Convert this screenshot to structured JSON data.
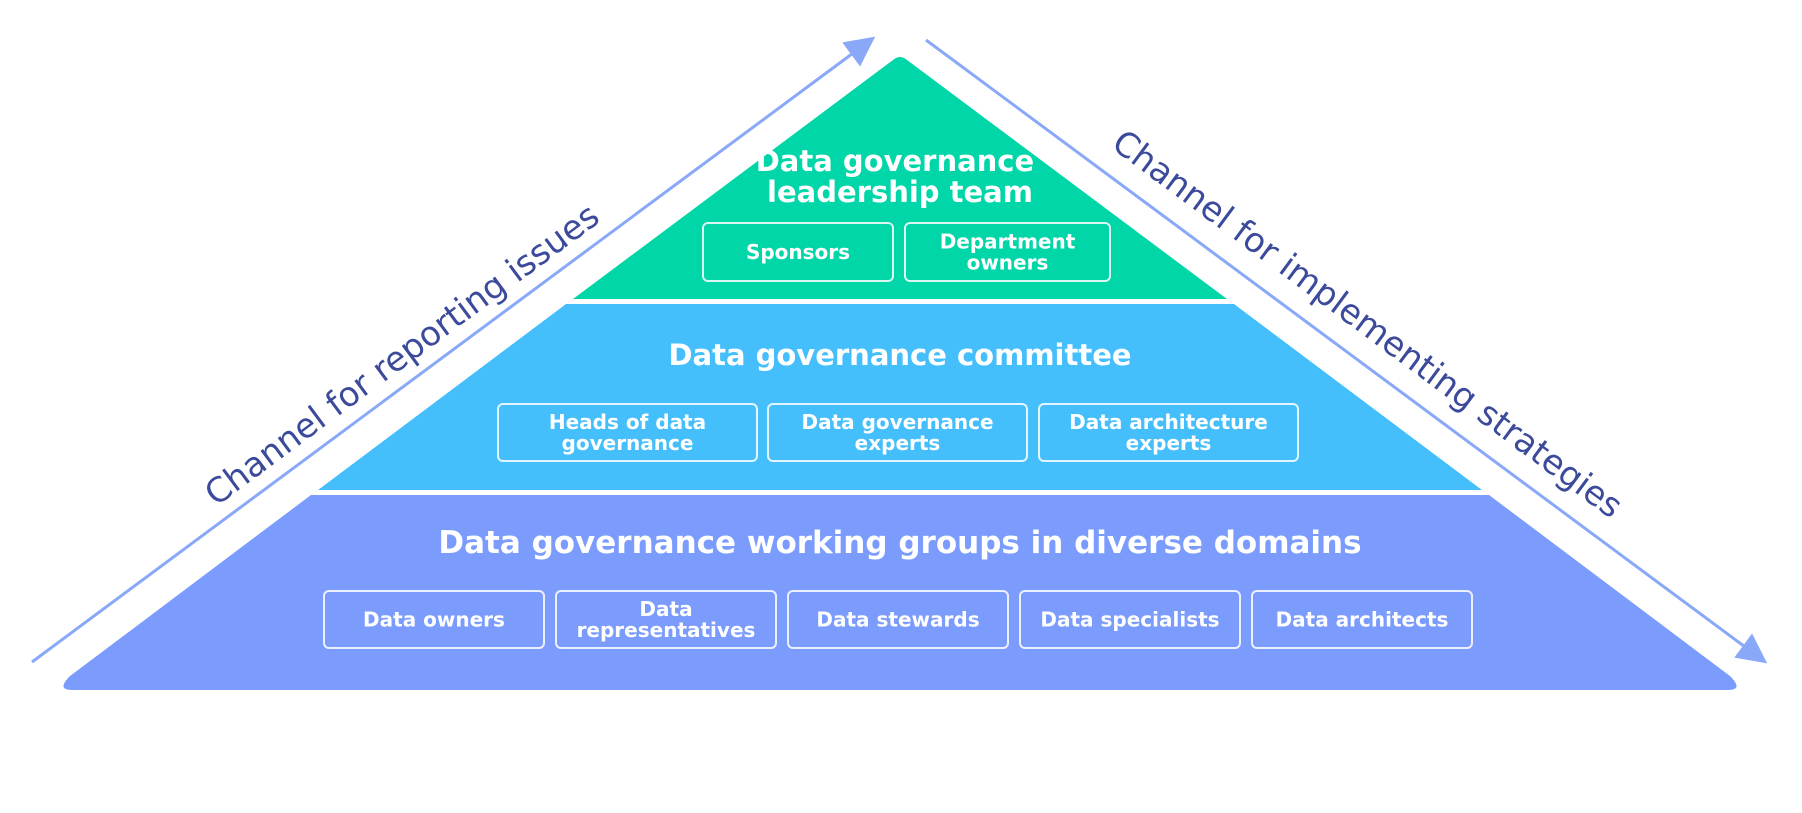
{
  "colors": {
    "top_tier": "#00d6a8",
    "middle_tier": "#45bffc",
    "bottom_tier": "#7b9cfc",
    "arrow": "#8aa8f8",
    "channel_text": "#3b4a9a",
    "box_border": "#ffffff"
  },
  "left_channel": "Channel for reporting issues",
  "right_channel": "Channel for implementing strategies",
  "tiers": {
    "top": {
      "title": [
        "Data governance",
        "leadership team"
      ],
      "boxes": [
        {
          "lines": [
            "Sponsors"
          ]
        },
        {
          "lines": [
            "Department",
            "owners"
          ]
        }
      ]
    },
    "middle": {
      "title": [
        "Data governance committee"
      ],
      "boxes": [
        {
          "lines": [
            "Heads of data",
            "governance"
          ]
        },
        {
          "lines": [
            "Data governance",
            "experts"
          ]
        },
        {
          "lines": [
            "Data architecture",
            "experts"
          ]
        }
      ]
    },
    "bottom": {
      "title": [
        "Data governance working groups in diverse domains"
      ],
      "boxes": [
        {
          "lines": [
            "Data owners"
          ]
        },
        {
          "lines": [
            "Data",
            "representatives"
          ]
        },
        {
          "lines": [
            "Data stewards"
          ]
        },
        {
          "lines": [
            "Data specialists"
          ]
        },
        {
          "lines": [
            "Data architects"
          ]
        }
      ]
    }
  }
}
